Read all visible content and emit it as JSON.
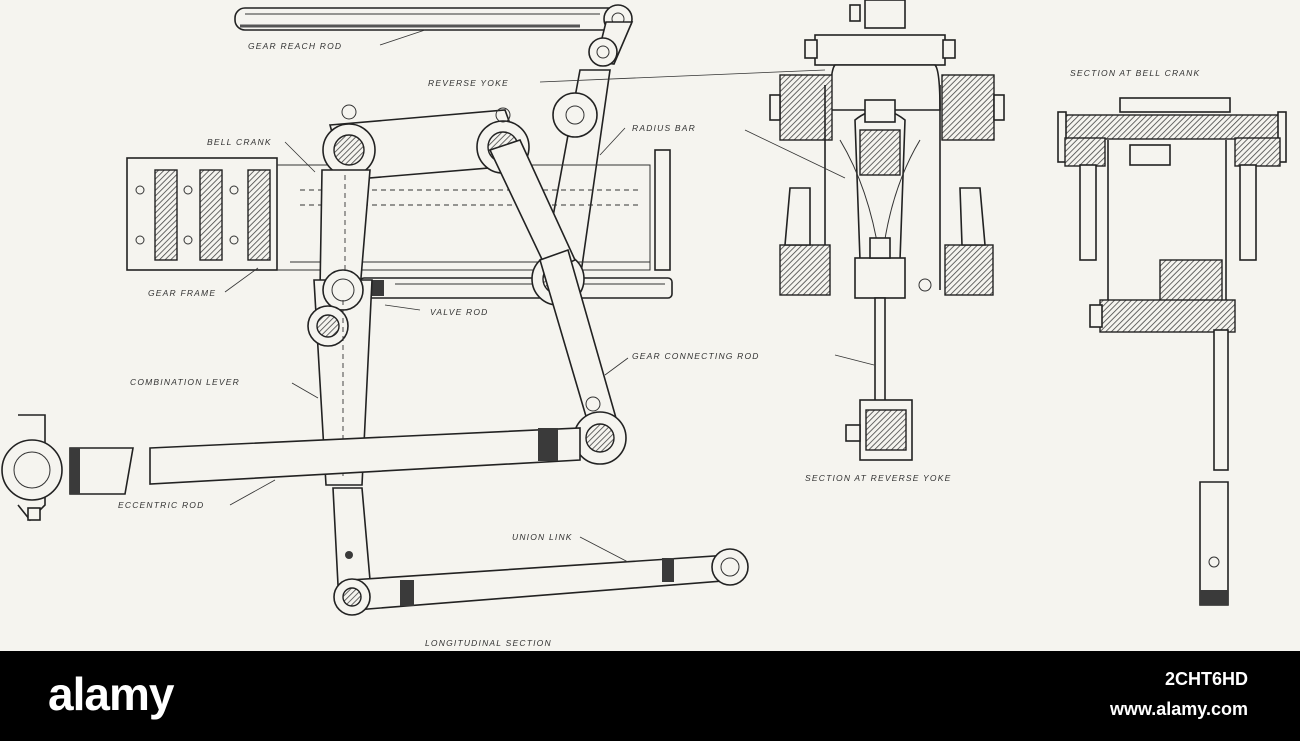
{
  "diagram": {
    "labels": {
      "gear_reach_rod": "GEAR REACH ROD",
      "reverse_yoke": "REVERSE YOKE",
      "radius_bar": "RADIUS BAR",
      "bell_crank": "BELL CRANK",
      "gear_frame": "GEAR FRAME",
      "valve_rod": "VALVE ROD",
      "gear_connecting_rod": "GEAR CONNECTING ROD",
      "combination_lever": "COMBINATION LEVER",
      "eccentric_rod": "ECCENTRIC ROD",
      "union_link": "UNION LINK",
      "longitudinal_section": "LONGITUDINAL SECTION",
      "section_at_reverse_yoke": "SECTION AT REVERSE YOKE",
      "section_at_bell_crank": "SECTION AT BELL CRANK"
    }
  },
  "footer": {
    "brand": "alamy",
    "image_id": "2CHT6HD",
    "url": "www.alamy.com"
  },
  "colors": {
    "paper": "#f5f4ef",
    "ink": "#222222",
    "footer_bg": "#000000",
    "footer_text": "#ffffff"
  }
}
